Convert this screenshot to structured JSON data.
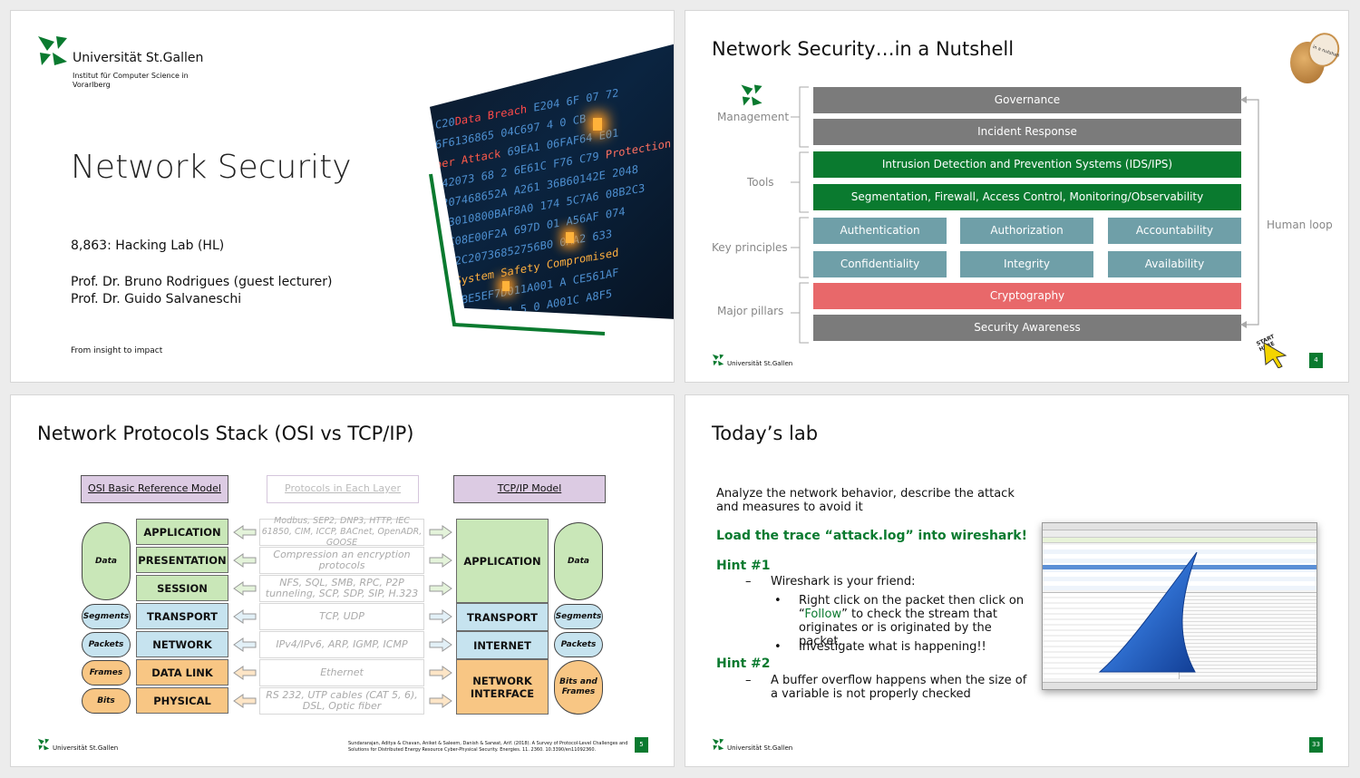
{
  "colors": {
    "brand_green": "#0a7a2f",
    "gray_bar": "#7b7b7b",
    "teal_bar": "#6f9fa8",
    "red_bar": "#e8686a"
  },
  "slide1": {
    "university": "Universität St.Gallen",
    "institute": "Institut für Computer Science in Vorarlberg",
    "title": "Network Security",
    "course": "8,863: Hacking Lab (HL)",
    "professors": [
      "Prof. Dr. Bruno Rodrigues (guest lecturer)",
      "Prof. Dr. Guido Salvaneschi"
    ],
    "footer": "From insight to impact",
    "image_texts": [
      "Data Breach",
      "ber Attack",
      "System Safety Compromised",
      "Protection"
    ]
  },
  "slide2": {
    "title": "Network Security…in a Nutshell",
    "categories": {
      "management": "Management",
      "tools": "Tools",
      "key_principles": "Key principles",
      "major_pillars": "Major pillars"
    },
    "bars": {
      "governance": "Governance",
      "incident": "Incident Response",
      "idsips": "Intrusion Detection and Prevention Systems (IDS/IPS)",
      "segmentation": "Segmentation, Firewall, Access Control, Monitoring/Observability",
      "authentication": "Authentication",
      "authorization": "Authorization",
      "accountability": "Accountability",
      "confidentiality": "Confidentiality",
      "integrity": "Integrity",
      "availability": "Availability",
      "cryptography": "Cryptography",
      "awareness": "Security Awareness"
    },
    "human_loop": "Human loop",
    "nutshell_label": "in a nutshell",
    "start_label": "START HERE",
    "footer_uni": "Universität St.Gallen",
    "page": "4"
  },
  "slide3": {
    "title": "Network Protocols Stack (OSI vs TCP/IP)",
    "osi_header": "OSI Basic Reference Model",
    "protocols_header": "Protocols in Each Layer",
    "tcpip_header": "TCP/IP Model",
    "osi_layers": [
      "APPLICATION",
      "PRESENTATION",
      "SESSION",
      "TRANSPORT",
      "NETWORK",
      "DATA LINK",
      "PHYSICAL"
    ],
    "protocols": [
      "Modbus, SEP2, DNP3, HTTP, IEC 61850, CIM, ICCP, BACnet, OpenADR, GOOSE",
      "Compression an encryption protocols",
      "NFS, SQL, SMB, RPC, P2P tunneling, SCP, SDP, SIP, H.323",
      "TCP, UDP",
      "IPv4/IPv6, ARP, IGMP, ICMP",
      "Ethernet",
      "RS 232, UTP cables (CAT 5, 6), DSL, Optic fiber"
    ],
    "tcpip_layers": [
      "APPLICATION",
      "TRANSPORT",
      "INTERNET",
      "NETWORK INTERFACE"
    ],
    "left_units": [
      "Data",
      "Segments",
      "Packets",
      "Frames",
      "Bits"
    ],
    "right_units": [
      "Data",
      "Segments",
      "Packets",
      "Bits and Frames"
    ],
    "reference": "Sundararajan, Aditya & Chavan, Aniket & Saleem, Danish & Sarwat, Arif. (2018). A Survey of Protocol-Level Challenges and Solutions for Distributed Energy Resource Cyber-Physical Security. Energies. 11. 2360. 10.3390/en11092360.",
    "footer_uni": "Universität St.Gallen",
    "page": "5"
  },
  "slide4": {
    "title": "Today’s lab",
    "intro": "Analyze the network behavior, describe the attack and measures to avoid it",
    "load": "Load the trace “attack.log” into wireshark!",
    "hint1": "Hint #1",
    "hint1_line": "Wireshark is your friend:",
    "bullet1_pre": "Right click on the packet then click on “",
    "bullet1_follow": "Follow",
    "bullet1_post": "” to check the stream that originates or is originated by the packet.",
    "bullet2": "Investigate what is happening!!",
    "hint2": "Hint #2",
    "hint2_line": "A buffer overflow happens when the size of a variable is not properly checked",
    "dash": "–",
    "bullet_char": "•",
    "footer_uni": "Universität St.Gallen",
    "page": "33"
  }
}
